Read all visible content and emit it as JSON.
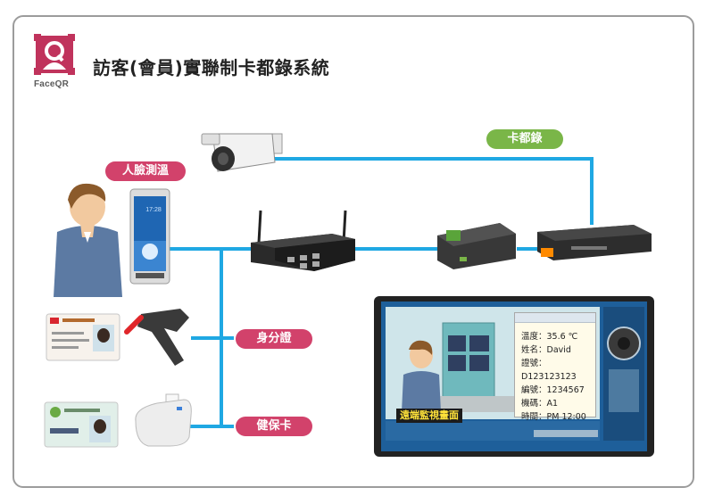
{
  "header": {
    "logo_text": "FaceQR",
    "title": "訪客(會員)實聯制卡都錄系統"
  },
  "labels": {
    "face_temp": "人臉測溫",
    "card_recorder": "卡都錄",
    "id_card": "身分證",
    "health_card": "健保卡"
  },
  "tablet": {
    "time": "17:28"
  },
  "monitor": {
    "remote_view": "遠端監視畫面",
    "info": [
      "溫度：35.6 ℃",
      "姓名：David",
      "證號：D123123123",
      "編號：1234567",
      "機碼：A1",
      "時間：PM 12:00"
    ]
  },
  "colors": {
    "line": "#1fa8e3",
    "pink": "#d2426b",
    "green": "#7ab648",
    "logo": "#c0335c"
  }
}
